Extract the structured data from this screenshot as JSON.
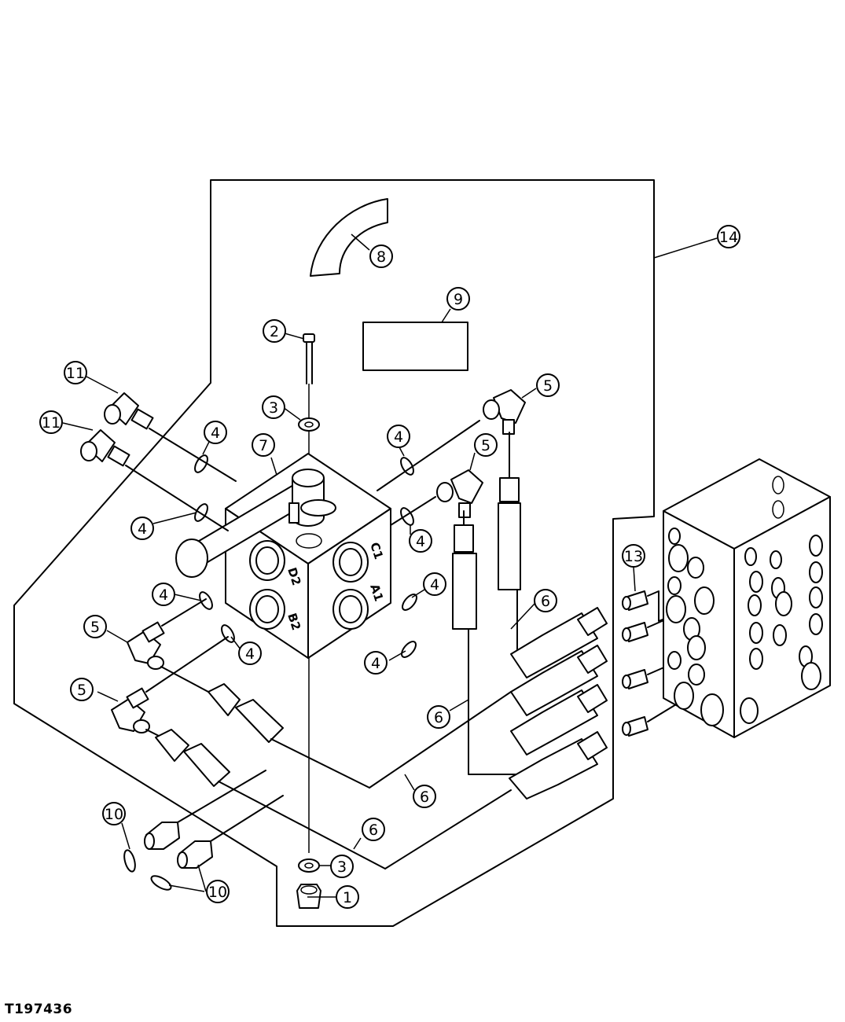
{
  "figure": {
    "id": "T197436"
  },
  "ports": [
    "C1",
    "A1",
    "D2",
    "B2"
  ],
  "callouts": [
    {
      "number": "1",
      "part": "nut"
    },
    {
      "number": "2",
      "part": "bolt"
    },
    {
      "number": "3",
      "part": "washer-top"
    },
    {
      "number": "3",
      "part": "washer-bottom"
    },
    {
      "number": "4",
      "part": "o-ring"
    },
    {
      "number": "5",
      "part": "elbow-fitting"
    },
    {
      "number": "6",
      "part": "hose"
    },
    {
      "number": "7",
      "part": "valve"
    },
    {
      "number": "8",
      "part": "decal"
    },
    {
      "number": "9",
      "part": "label"
    },
    {
      "number": "10",
      "part": "fitting"
    },
    {
      "number": "11",
      "part": "elbow-fitting"
    },
    {
      "number": "13",
      "part": "fitting"
    },
    {
      "number": "14",
      "part": "assembly"
    }
  ]
}
